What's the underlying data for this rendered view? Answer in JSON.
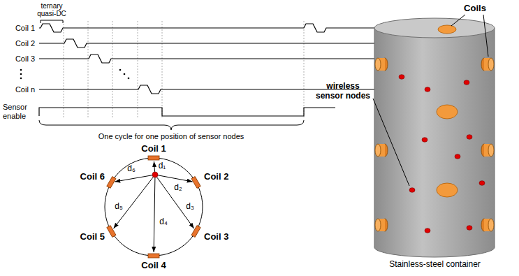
{
  "diagram": {
    "nodes": [
      {
        "text": [
          "Coil 1"
        ]
      },
      {
        "text": [
          "Coil 2"
        ]
      },
      {
        "text": [
          "Coil 3"
        ]
      },
      {
        "text": [
          "Coil 4"
        ]
      },
      {
        "text": [
          "Coil 5"
        ]
      },
      {
        "text": [
          "Coil 6"
        ]
      },
      {
        "text": [
          "Stainless-steel container"
        ]
      }
    ],
    "labels": [
      "ternary quasi-DC",
      "Coil 1",
      "Coil 2",
      "Coil 3",
      "Coil n",
      "Sensor enable",
      "One cycle for one position of sensor nodes",
      "d₁",
      "d₂",
      "d₃",
      "d₄",
      "d₅",
      "d₆",
      "Coils",
      "wireless sensor nodes"
    ]
  }
}
